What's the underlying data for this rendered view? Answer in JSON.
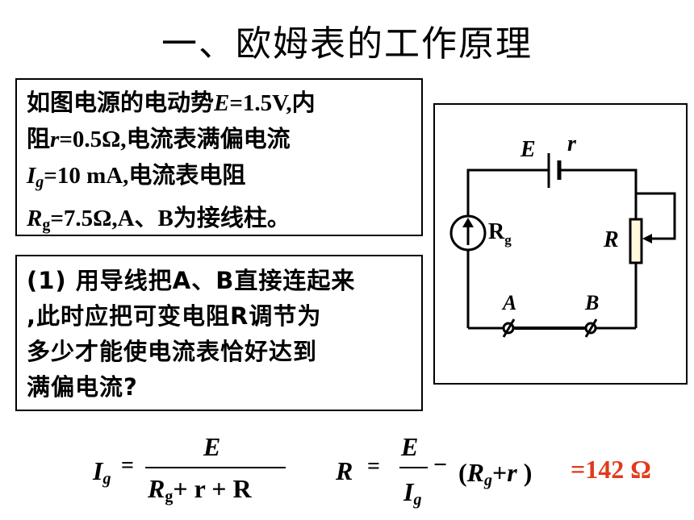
{
  "title": "一、欧姆表的工作原理",
  "box1": {
    "l1a": "如图电源的电动势",
    "l1E": "E",
    "l1b": "=1.5V,内",
    "l2a": "阻",
    "l2r": "r",
    "l2b": "=0.5Ω,",
    "l2c": "电流表满偏电流",
    "l3I": "I",
    "l3g": "g",
    "l3b": "=10 mA,",
    "l3c": "电流表电阻",
    "l4R": "R",
    "l4g": "g",
    "l4b": "=7.5Ω,A、B",
    "l4c": "为接线柱。"
  },
  "box2": {
    "l1": "(1) 用导线把A、B直接连起来",
    "l2": ",此时应把可变电阻R调节为",
    "l3": "多少才能使电流表恰好达到",
    "l4": "满偏电流?"
  },
  "circuit": {
    "E": "E",
    "r": "r",
    "Rg_R": "R",
    "Rg_g": "g",
    "R": "R",
    "A": "A",
    "B": "B"
  },
  "formula1": {
    "I": "I",
    "g": "g",
    "eq": "=",
    "num": "E",
    "den_R": "R",
    "den_g": "g",
    "den_rest": "+ r + R"
  },
  "formula2": {
    "R": "R",
    "eq": "=",
    "num": "E",
    "den_I": "I",
    "den_g": "g",
    "minus": "−",
    "paren_open": "(",
    "pR": "R",
    "pg": "g",
    "pplus": "+",
    "pr": "r",
    "paren_close": ")",
    "result": "=142 Ω"
  },
  "colors": {
    "result": "#e03b1c"
  }
}
